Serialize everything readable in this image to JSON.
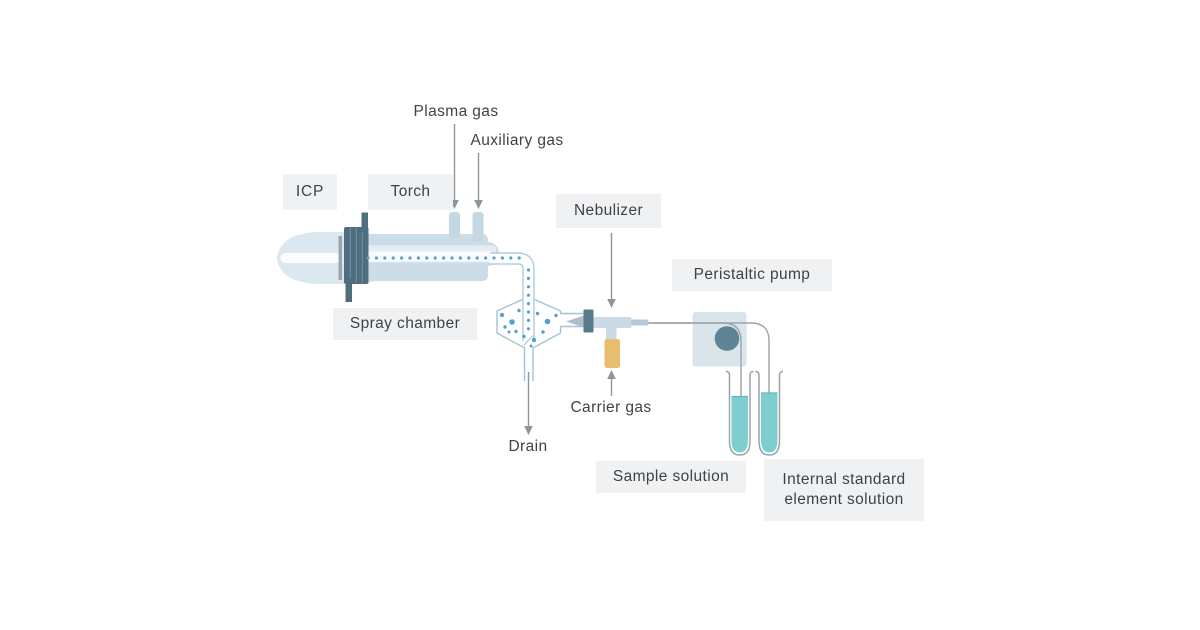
{
  "diagram": {
    "subject": "ICP instrument sample introduction diagram",
    "boxed_labels": {
      "icp": "ICP",
      "torch": "Torch",
      "nebulizer": "Nebulizer",
      "peristaltic_pump": "Peristaltic pump",
      "spray_chamber": "Spray chamber",
      "sample_solution": "Sample solution",
      "internal_standard": "Internal standard element solution"
    },
    "plain_labels": {
      "plasma_gas": "Plasma gas",
      "auxiliary_gas": "Auxiliary gas",
      "carrier_gas": "Carrier gas",
      "drain": "Drain"
    },
    "colors": {
      "label_box_bg": "#f0f1f2",
      "label_text": "#3e4348",
      "flame": "#dbe8f0",
      "flame_core": "#fdfeff",
      "torch_body": "#cddde7",
      "torch_stripe": "#e4edf3",
      "torch_core": "#f8fbfd",
      "coil": "#4f6f80",
      "end_plate": "#9ba6ac",
      "gas_inlet_stub": "#c5d7e3",
      "glass_outline": "#a6c2d1",
      "tube_outline": "#b5cdda",
      "aerosol_dot": "#569fd1",
      "nebulizer_tip": "#aebfc9",
      "nebulizer_holder": "#597a8b",
      "nebulizer_body": "#cbdae4",
      "nebulizer_narrow": "#b6c9d4",
      "carrier_gas_inlet": "#e9bd6e",
      "pump_body": "#dae5eb",
      "pump_roller": "#5e8496",
      "pump_tube": "#99a4ab",
      "solution_liquid": "#80cdd0",
      "solution_surface": "#62b8bd",
      "arrow": "#8b959b"
    }
  }
}
